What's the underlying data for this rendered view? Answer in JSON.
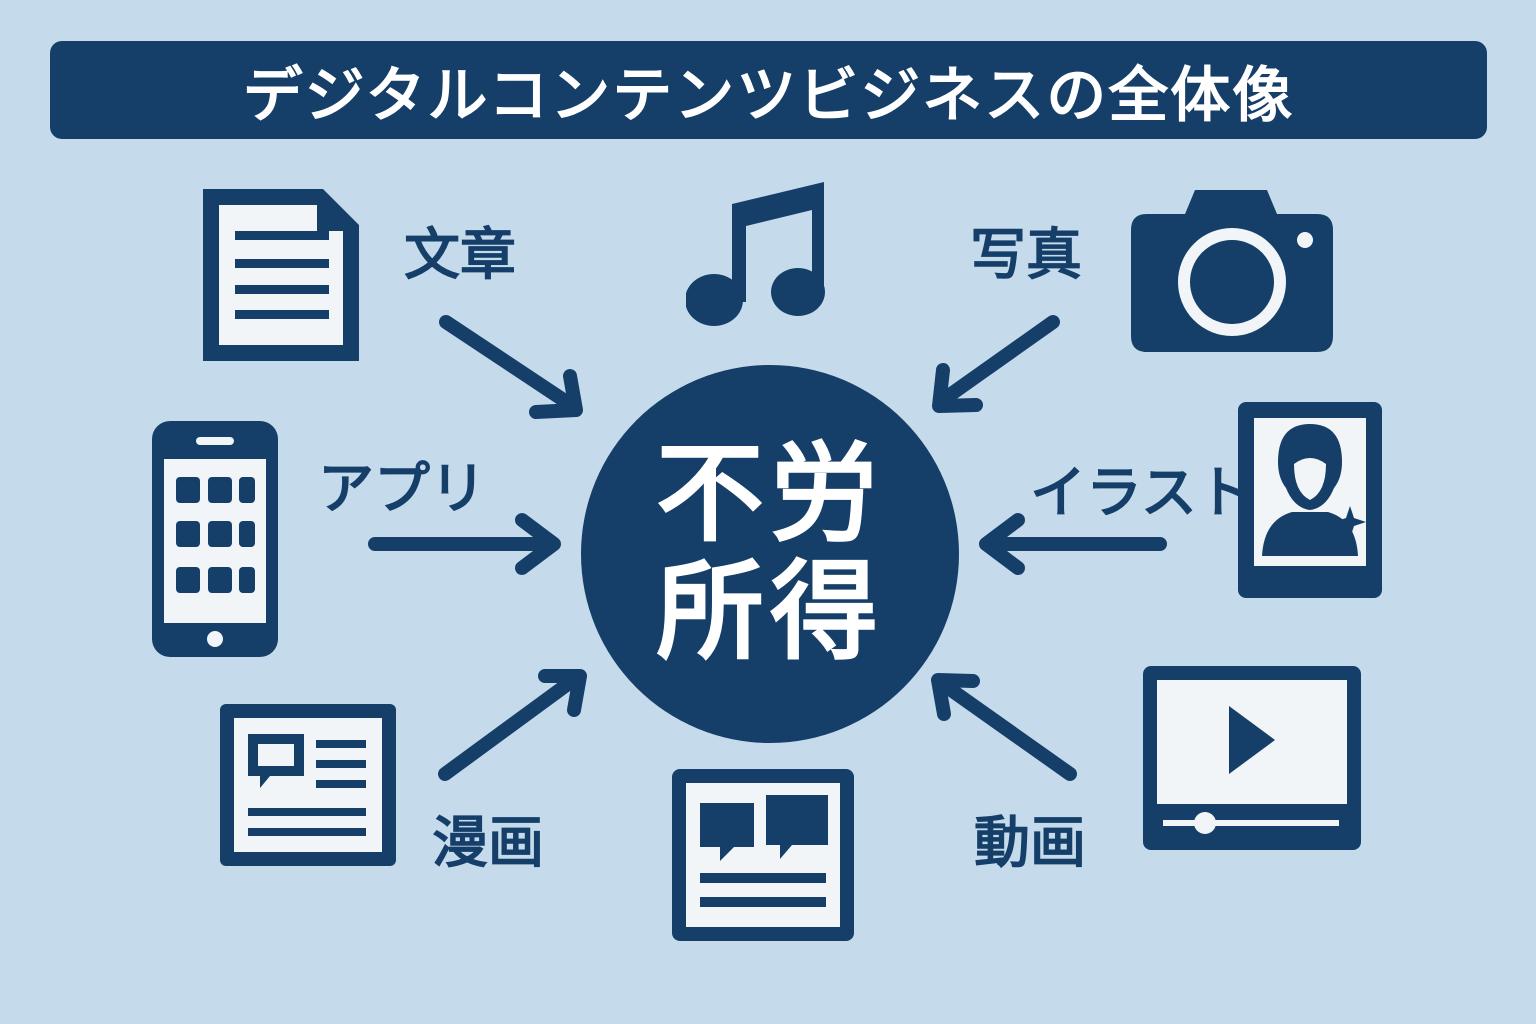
{
  "title": "デジタルコンテンツビジネスの全体像",
  "center": {
    "line1": "不労",
    "line2": "所得"
  },
  "labels": {
    "text": "文章",
    "photo": "写真",
    "app": "アプリ",
    "illustration": "イラスト",
    "manga": "漫画",
    "video": "動画"
  },
  "colors": {
    "background": "#c5dbec",
    "primary": "#153f68",
    "light": "#f2f5f8"
  },
  "icons": [
    "document-icon",
    "music-note-icon",
    "camera-icon",
    "smartphone-icon",
    "portrait-icon",
    "manga-page-icon",
    "speech-bubbles-icon",
    "video-player-icon"
  ]
}
